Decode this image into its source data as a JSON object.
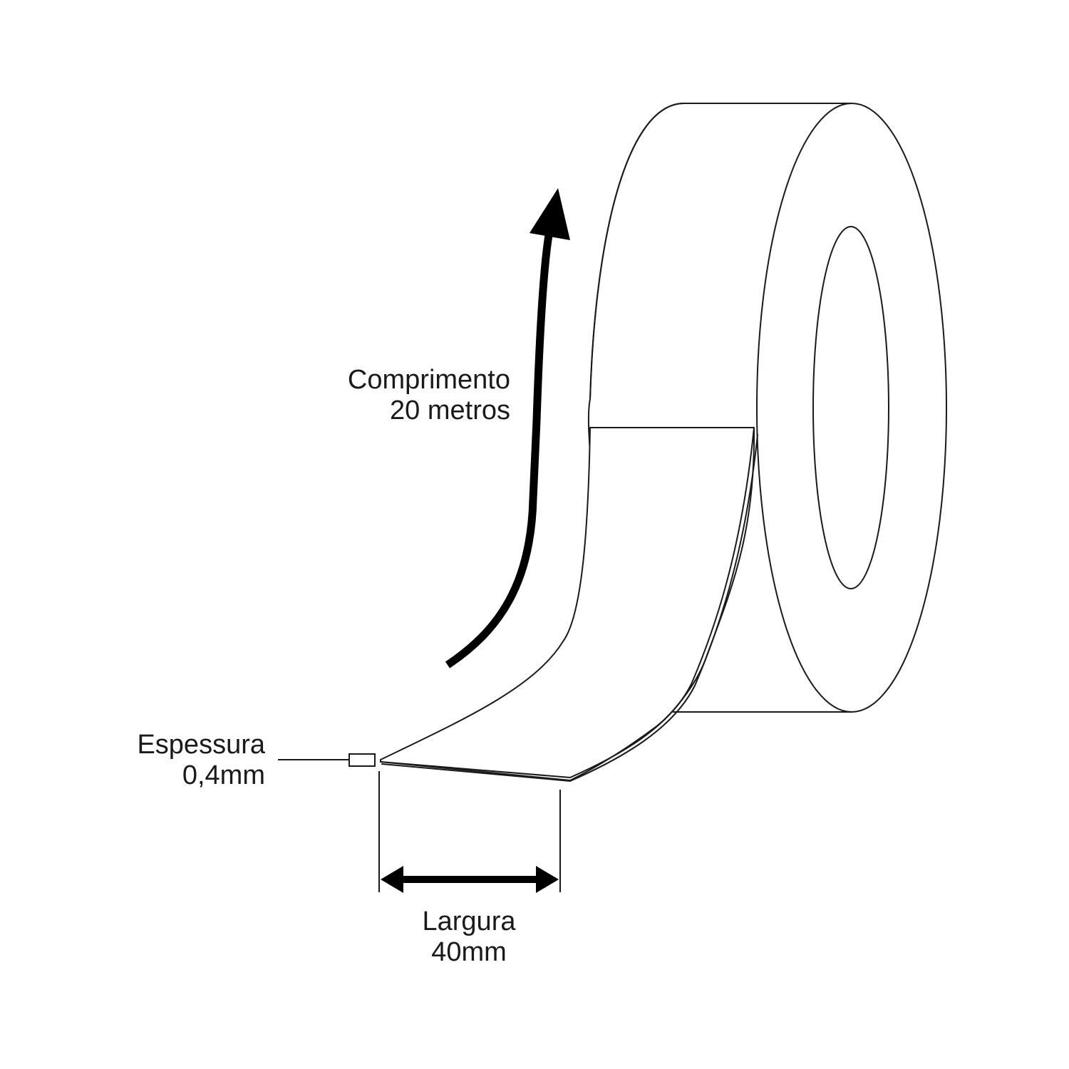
{
  "labels": {
    "comprimento": {
      "line1": "Comprimento",
      "line2": "20 metros"
    },
    "espessura": {
      "line1": "Espessura",
      "line2": "0,4mm"
    },
    "largura": {
      "line1": "Largura",
      "line2": "40mm"
    }
  },
  "colors": {
    "stroke": "#1a1a1a",
    "fill": "#ffffff",
    "arrow": "#000000"
  }
}
